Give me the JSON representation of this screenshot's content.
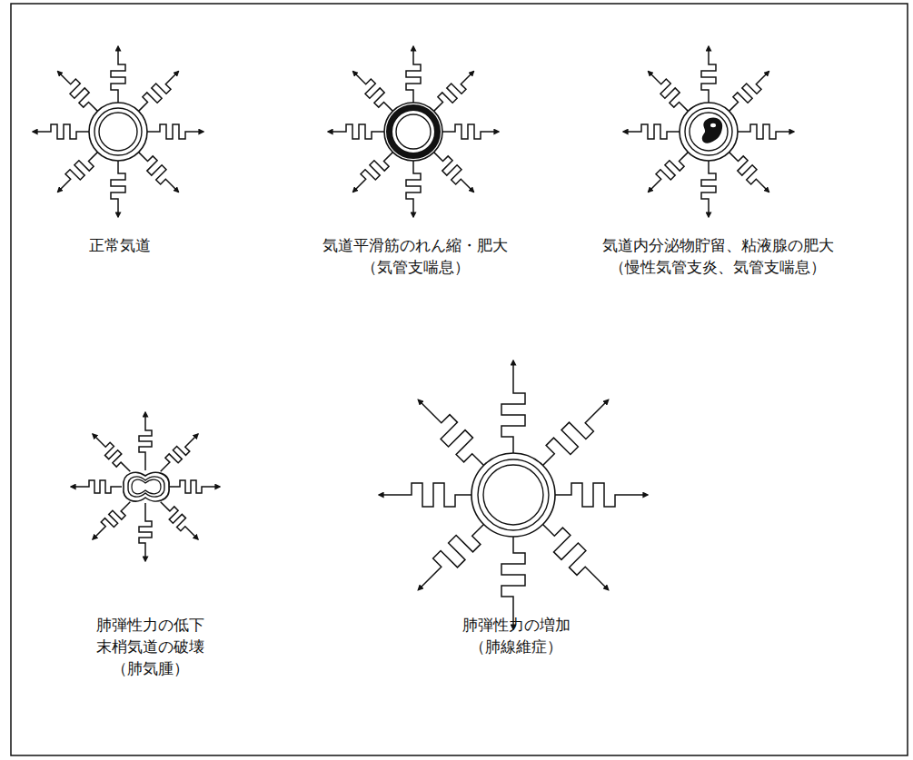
{
  "diagram": {
    "labels": [
      "正常気道",
      "気道平滑筋のれん縮・肥大 （気管支喘息）",
      "気道内分泌物貯留、粘液腺の肥大 （慢性気管支炎、気管支喘息）",
      "肺弾性力の低下 末梢気道の破壊 （肺気腫）",
      "肺弾性力の増加 （肺線維症）"
    ]
  }
}
